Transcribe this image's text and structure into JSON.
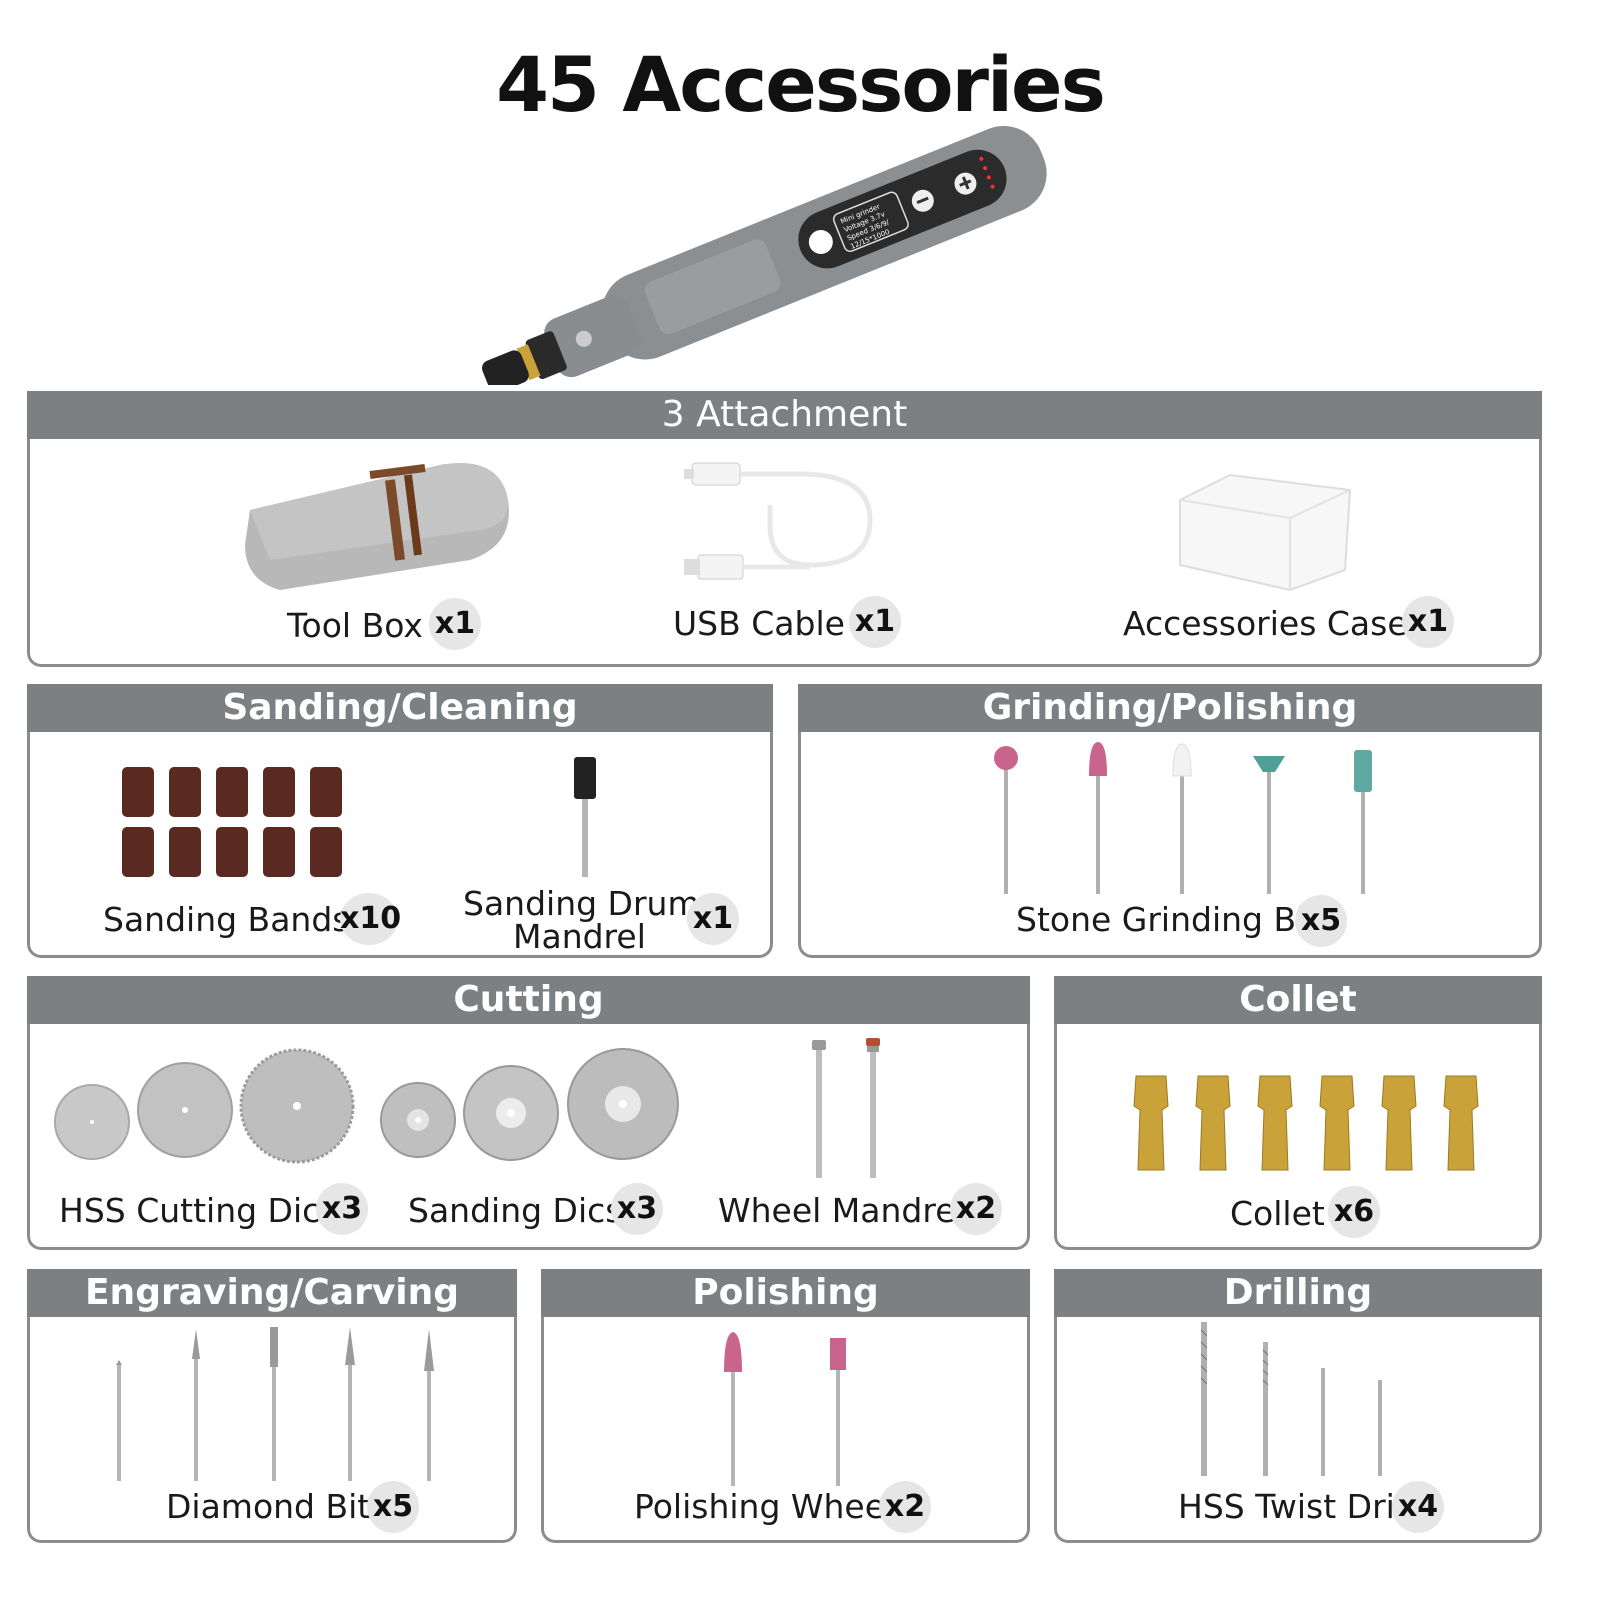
{
  "title": "45 Accessories",
  "sections": {
    "attachment": {
      "header": "3 Attachment",
      "items": [
        {
          "label": "Tool Box",
          "qty": "x1"
        },
        {
          "label": "USB Cable",
          "qty": "x1"
        },
        {
          "label": "Accessories Case",
          "qty": "x1"
        }
      ]
    },
    "sanding": {
      "header": "Sanding/Cleaning",
      "items": [
        {
          "label": "Sanding Bands",
          "qty": "x10"
        },
        {
          "label_line1": "Sanding Drum",
          "label_line2": "Mandrel",
          "qty": "x1"
        }
      ]
    },
    "grinding": {
      "header": "Grinding/Polishing",
      "items": [
        {
          "label": "Stone Grinding Bit",
          "qty": "x5"
        }
      ]
    },
    "cutting": {
      "header": "Cutting",
      "items": [
        {
          "label": "HSS Cutting Dics",
          "qty": "x3"
        },
        {
          "label": "Sanding Dics",
          "qty": "x3"
        },
        {
          "label": "Wheel Mandrel",
          "qty": "x2"
        }
      ]
    },
    "collet": {
      "header": "Collet",
      "items": [
        {
          "label": "Collet",
          "qty": "x6"
        }
      ]
    },
    "engraving": {
      "header": "Engraving/Carving",
      "items": [
        {
          "label": "Diamond Bit",
          "qty": "x5"
        }
      ]
    },
    "polishing": {
      "header": "Polishing",
      "items": [
        {
          "label": "Polishing Wheel",
          "qty": "x2"
        }
      ]
    },
    "drilling": {
      "header": "Drilling",
      "items": [
        {
          "label": "HSS Twist Drill",
          "qty": "x4"
        }
      ]
    }
  },
  "device": {
    "label_lines": [
      "Mini grinder",
      "Voltage 3.7v",
      "Speed 3/6/9/",
      "12/15*1000"
    ],
    "body_color": "#8c8f92",
    "panel_color": "#2b2b2b"
  },
  "colors": {
    "header_bg": "#7d8083",
    "border": "#8a8d90",
    "badge_bg": "#e6e6e6",
    "brass": "#c9a23a",
    "sanding_band": "#5a2a22",
    "stone_pink": "#d07a9a",
    "stone_green": "#5fa9a0"
  }
}
